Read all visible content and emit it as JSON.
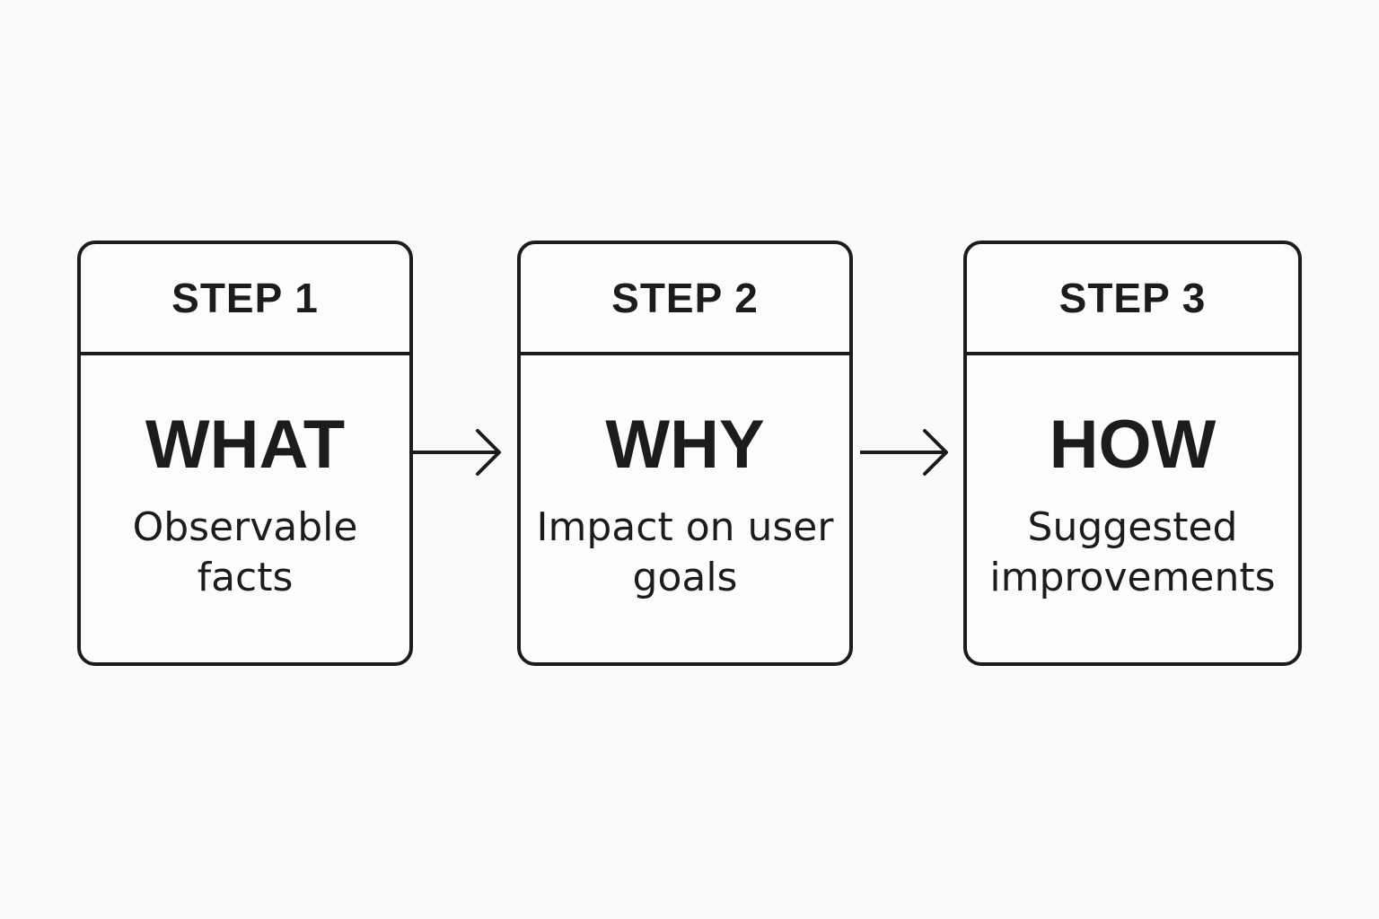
{
  "steps": [
    {
      "label": "STEP 1",
      "title": "WHAT",
      "description": "Observable facts"
    },
    {
      "label": "STEP 2",
      "title": "WHY",
      "description": "Impact on user goals"
    },
    {
      "label": "STEP 3",
      "title": "HOW",
      "description": "Suggested improvements"
    }
  ],
  "colors": {
    "background": "#fafaf8",
    "ink": "#1c1c1c"
  },
  "icons": {
    "connector": "arrow-right-icon"
  }
}
